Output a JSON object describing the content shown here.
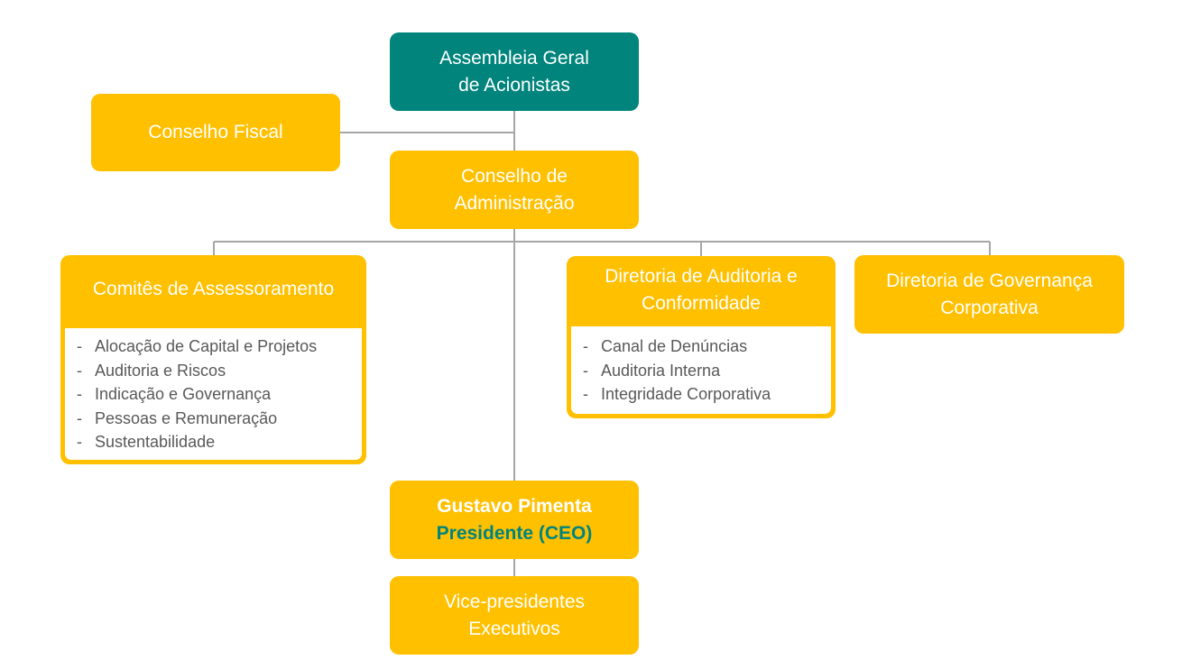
{
  "nodes": {
    "assembleia": {
      "lines": [
        "Assembleia Geral",
        "de Acionistas"
      ]
    },
    "conselho_fiscal": {
      "lines": [
        "Conselho Fiscal"
      ]
    },
    "conselho_admin": {
      "lines": [
        "Conselho de",
        "Administração"
      ]
    },
    "comites": {
      "title": "Comitês de Assessoramento",
      "items": [
        "Alocação de Capital e Projetos",
        "Auditoria e Riscos",
        "Indicação e Governança",
        "Pessoas e Remuneração",
        "Sustentabilidade"
      ]
    },
    "diretoria_auditoria": {
      "title_lines": [
        "Diretoria de Auditoria e",
        "Conformidade"
      ],
      "items": [
        "Canal de Denúncias",
        "Auditoria Interna",
        "Integridade Corporativa"
      ]
    },
    "diretoria_governanca": {
      "lines": [
        "Diretoria de Governança",
        "Corporativa"
      ]
    },
    "ceo": {
      "name": "Gustavo Pimenta",
      "role": "Presidente (CEO)"
    },
    "vps": {
      "lines": [
        "Vice-presidentes",
        "Executivos"
      ]
    }
  },
  "colors": {
    "yellow": "#FFC000",
    "teal": "#00847C",
    "connector": "#A6A6A6",
    "list_text": "#595959"
  }
}
